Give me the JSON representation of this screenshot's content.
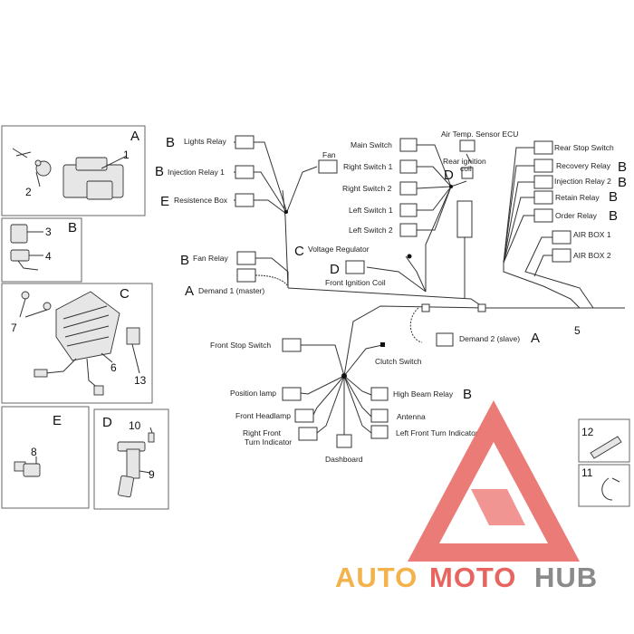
{
  "diagram": {
    "letters": {
      "a": "A",
      "b": "B",
      "c": "C",
      "d": "D",
      "e": "E"
    },
    "numbers": {
      "n1": "1",
      "n2": "2",
      "n3": "3",
      "n4": "4",
      "n5": "5",
      "n6": "6",
      "n7": "7",
      "n8": "8",
      "n9": "9",
      "n10": "10",
      "n11": "11",
      "n12": "12",
      "n13": "13"
    },
    "labels": {
      "lights_relay": "Lights Relay",
      "injection_relay_1": "Injection Relay 1",
      "resistence_box": "Resistence Box",
      "fan": "Fan",
      "fan_relay": "Fan Relay",
      "demand_1": "Demand 1 (master)",
      "main_switch": "Main Switch",
      "right_switch_1": "Right Switch 1",
      "right_switch_2": "Right Switch 2",
      "left_switch_1": "Left Switch 1",
      "left_switch_2": "Left Switch 2",
      "air_temp_sensor": "Air Temp. Sensor ECU",
      "rear_ignition_coil_1": "Rear ignition",
      "rear_ignition_coil_2": "coil",
      "voltage_regulator": "Voltage Regulator",
      "front_ignition_coil": "Front Ignition Coil",
      "rear_stop_switch": "Rear Stop Switch",
      "recovery_relay": "Recovery Relay",
      "injection_relay_2": "Injection Relay 2",
      "retain_relay": "Retain Relay",
      "order_relay": "Order Relay",
      "air_box_1": "AIR BOX 1",
      "air_box_2": "AIR BOX 2",
      "front_stop_switch": "Front Stop Switch",
      "demand_2": "Demand 2 (slave)",
      "clutch_switch": "Clutch Switch",
      "position_lamp": "Position lamp",
      "front_headlamp": "Front Headlamp",
      "right_front_turn_1": "Right Front",
      "right_front_turn_2": "Turn Indicator",
      "dashboard": "Dashboard",
      "high_beam_relay": "High Beam Relay",
      "antenna": "Antenna",
      "left_front_turn": "Left Front Turn Indicator"
    },
    "watermark": {
      "part1": "AUTO",
      "part2": "MOTO",
      "part3": "HUB"
    },
    "colors": {
      "watermark_red": "#e8645f",
      "watermark_orange": "#f3b24a",
      "watermark_gray": "#8a8a8a"
    }
  }
}
